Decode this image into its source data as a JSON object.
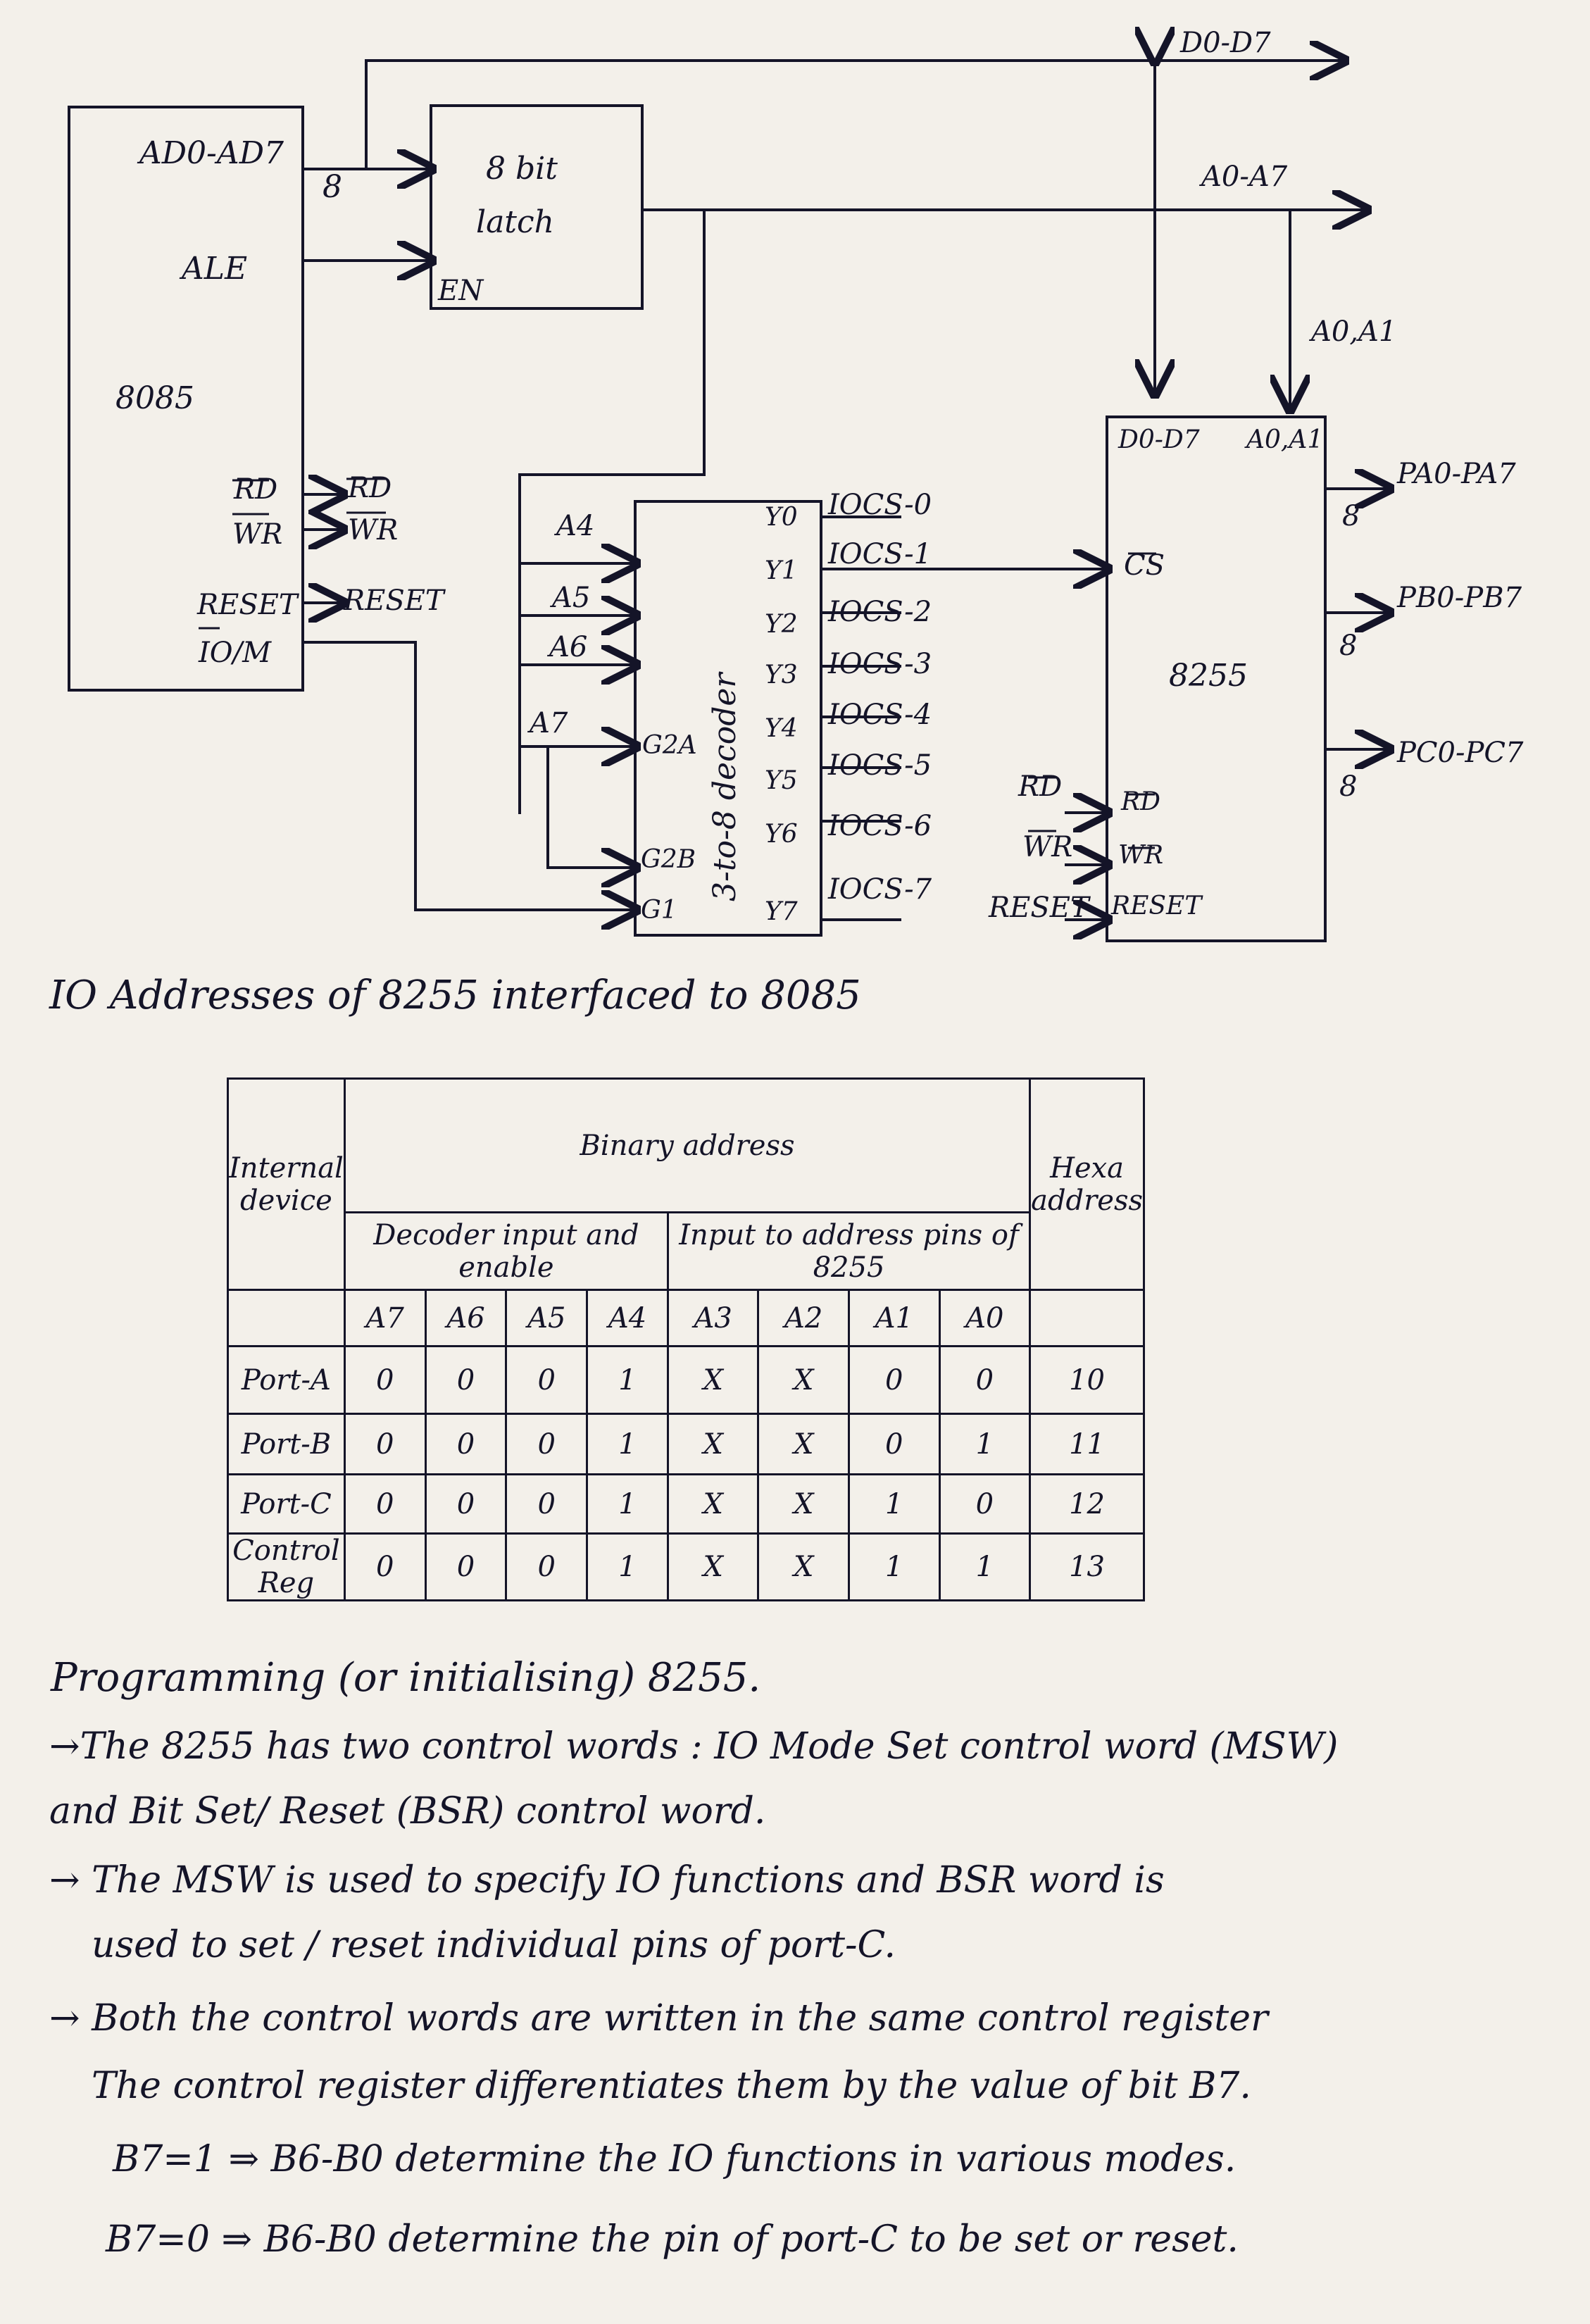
{
  "diagram": {
    "cpu": {
      "label": "8085",
      "ad_pins": "AD0-AD7",
      "ale": "ALE",
      "rd": "RD",
      "wr": "WR",
      "reset": "RESET",
      "io_m": "IO/M"
    },
    "latch": {
      "line1": "8 bit",
      "line2": "latch",
      "en": "EN",
      "bus_width": "8"
    },
    "bus": {
      "data": "D0-D7",
      "addr": "A0-A7",
      "a0a1": "A0,A1"
    },
    "signals": {
      "rd": "RD",
      "wr": "WR",
      "reset": "RESET"
    },
    "decoder": {
      "label": "3-to-8 decoder",
      "inputs": [
        "A4",
        "A5",
        "A6",
        "A7"
      ],
      "enables": [
        "G2A",
        "G2B",
        "G1"
      ],
      "outputs": [
        "Y0",
        "Y1",
        "Y2",
        "Y3",
        "Y4",
        "Y5",
        "Y6",
        "Y7"
      ],
      "iocs": [
        "IOCS-0",
        "IOCS-1",
        "IOCS-2",
        "IOCS-3",
        "IOCS-4",
        "IOCS-5",
        "IOCS-6",
        "IOCS-7"
      ]
    },
    "ppi": {
      "label": "8255",
      "d_pins": "D0-D7",
      "a_pins": "A0,A1",
      "cs": "CS",
      "rd": "RD",
      "wr": "WR",
      "reset": "RESET",
      "port_a": "PA0-PA7",
      "port_b": "PB0-PB7",
      "port_c": "PC0-PC7",
      "width": "8"
    }
  },
  "caption": "IO Addresses of 8255 interfaced to 8085",
  "table": {
    "col_device": "Internal device",
    "col_binary": "Binary address",
    "col_decoder": "Decoder input and enable",
    "col_pins": "Input to address pins of 8255",
    "col_hex": "Hexa address",
    "bits": [
      "A7",
      "A6",
      "A5",
      "A4",
      "A3",
      "A2",
      "A1",
      "A0"
    ],
    "rows": [
      {
        "device": "Port-A",
        "bits": [
          "0",
          "0",
          "0",
          "1",
          "X",
          "X",
          "0",
          "0"
        ],
        "hex": "10"
      },
      {
        "device": "Port-B",
        "bits": [
          "0",
          "0",
          "0",
          "1",
          "X",
          "X",
          "0",
          "1"
        ],
        "hex": "11"
      },
      {
        "device": "Port-C",
        "bits": [
          "0",
          "0",
          "0",
          "1",
          "X",
          "X",
          "1",
          "0"
        ],
        "hex": "12"
      },
      {
        "device": "Control Reg",
        "bits": [
          "0",
          "0",
          "0",
          "1",
          "X",
          "X",
          "1",
          "1"
        ],
        "hex": "13"
      }
    ]
  },
  "notes": {
    "heading": "Programming (or initialising) 8255.",
    "lines": [
      "→The 8255 has two control words : IO Mode Set control word (MSW)",
      "and Bit Set/ Reset (BSR) control word.",
      "→ The MSW is used to specify IO functions and BSR word is",
      "used to set / reset individual pins of port-C.",
      "→ Both the control words are written in the same control register",
      "The control register differentiates them by the value of bit B7.",
      "B7=1 ⇒ B6-B0 determine the IO functions in various modes.",
      "B7=0 ⇒ B6-B0 determine the pin of port-C to be set or reset."
    ]
  },
  "colors": {
    "ink": "#141428",
    "paper": "#f3f0ea"
  }
}
